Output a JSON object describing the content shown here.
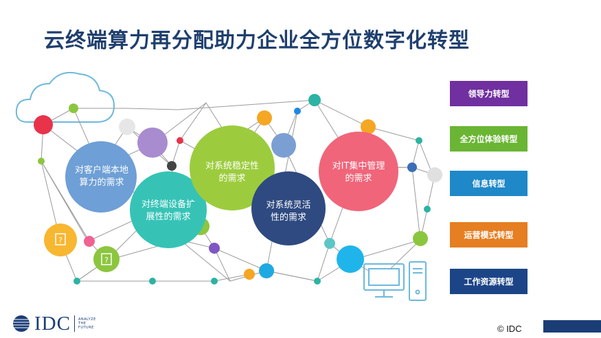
{
  "title": "云终端算力再分配助力企业全方位数字化转型",
  "bubbles": {
    "client": [
      "对客户端本地",
      "算力的需求"
    ],
    "terminal": [
      "对终端设备扩",
      "展性的需求"
    ],
    "stability": [
      "对系统稳定性",
      "的需求"
    ],
    "flexibility": [
      "对系统灵活",
      "性的需求"
    ],
    "it": [
      "对IT集中管理",
      "的需求"
    ]
  },
  "transformations": [
    {
      "label": "领导力转型",
      "color": "#7030a0"
    },
    {
      "label": "全方位体验转型",
      "color": "#6ab534"
    },
    {
      "label": "信息转型",
      "color": "#1e88c8"
    },
    {
      "label": "运营模式转型",
      "color": "#e67e22"
    },
    {
      "label": "工作资源转型",
      "color": "#1c4587"
    }
  ],
  "placeholder_glyph": "?",
  "footer": {
    "logo_text": "IDC",
    "logo_tagline": [
      "ANALYZE",
      "THE",
      "FUTURE"
    ],
    "copyright": "© IDC"
  }
}
